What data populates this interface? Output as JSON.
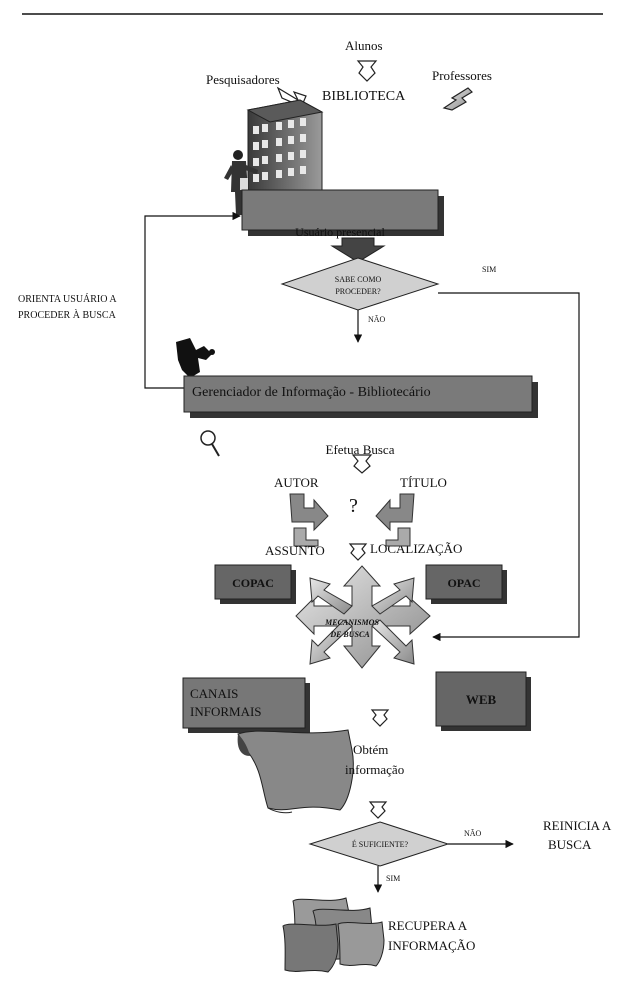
{
  "diagram": {
    "labels": {
      "alunos": "Alunos",
      "pesquisadores": "Pesquisadores",
      "professores": "Professores",
      "biblioteca": "BIBLIOTECA",
      "usuario_presencial": "Usuário presencial",
      "sabe_como_line1": "SABE COMO",
      "sabe_como_line2": "PROCEDER?",
      "sim_top": "SIM",
      "nao_top": "NÃO",
      "orienta_line1": "ORIENTA USUÁRIO A",
      "orienta_line2": "PROCEDER À BUSCA",
      "gerenciador": "Gerenciador de Informação - Bibliotecário",
      "efetua_busca": "Efetua Busca",
      "autor": "AUTOR",
      "titulo": "TÍTULO",
      "question": "?",
      "assunto": "ASSUNTO",
      "localizacao": "LOCALIZAÇÃO",
      "copac": "COPAC",
      "opac": "OPAC",
      "mecanismos_line1": "MECANISMOS",
      "mecanismos_line2": "DE BUSCA",
      "canais_line1": "CANAIS",
      "canais_line2": "INFORMAIS",
      "web": "WEB",
      "obtem_line1": "Obtém",
      "obtem_line2": "informação",
      "suficiente": "É SUFICIENTE?",
      "nao_bottom": "NÃO",
      "sim_bottom": "SIM",
      "reinicia_line1": "REINICIA A",
      "reinicia_line2": "BUSCA",
      "recupera_line1": "RECUPERA A",
      "recupera_line2": "INFORMAÇÃO"
    },
    "colors": {
      "box_fill": "#7a7a7a",
      "box_dark": "#555555",
      "diamond_fill": "#d0d0d0",
      "line": "#111111"
    }
  }
}
